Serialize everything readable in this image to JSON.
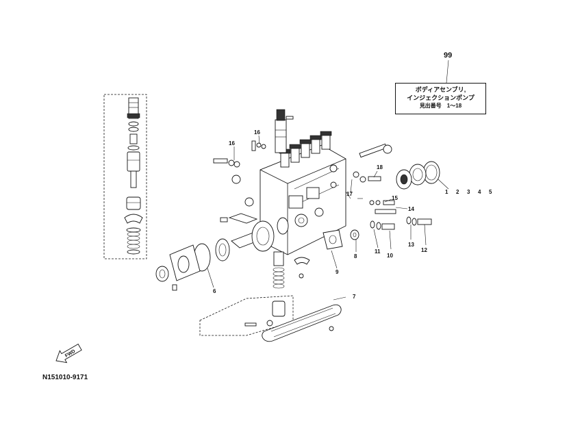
{
  "diagram_code": "N151010-9171",
  "fwd_label": "FWD",
  "assembly_box": {
    "ref": "99",
    "line1": "ボディアセンブリ,",
    "line2": "インジェクションポンプ",
    "line3": "見出番号　1〜18"
  },
  "callouts": {
    "c1": "1",
    "c2": "2",
    "c3": "3",
    "c4": "4",
    "c5": "5",
    "c6": "6",
    "c7": "7",
    "c8": "8",
    "c9": "9",
    "c10": "10",
    "c11": "11",
    "c12": "12",
    "c13": "13",
    "c14": "14",
    "c15": "15",
    "c16a": "16",
    "c16b": "16",
    "c17": "17",
    "c18": "18"
  }
}
